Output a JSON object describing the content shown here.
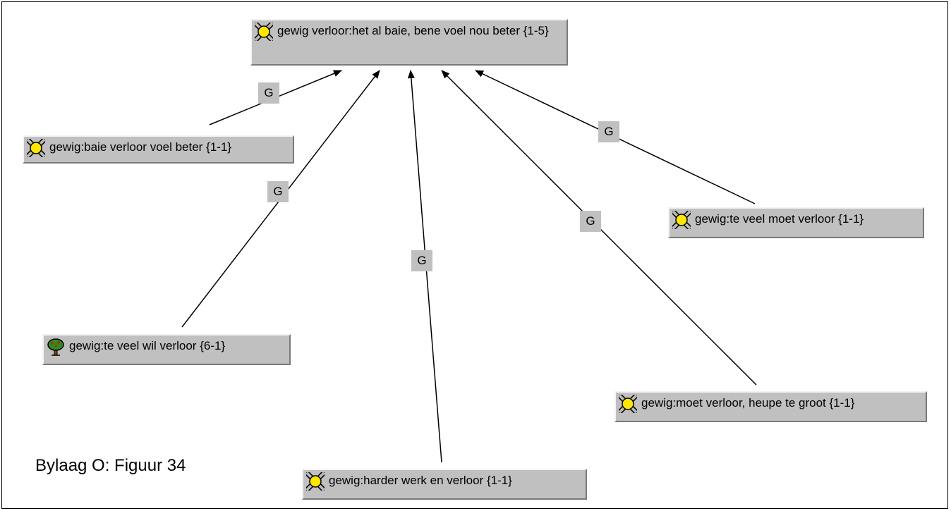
{
  "nodes": {
    "root": {
      "label": "gewig verloor:het al baie, bene voel nou beter {1-5}",
      "icon": "sun-icon"
    },
    "n1": {
      "label": "gewig:baie verloor voel beter {1-1}",
      "icon": "sun-icon"
    },
    "n2": {
      "label": "gewig:te veel moet verloor {1-1}",
      "icon": "sun-icon"
    },
    "n3": {
      "label": "gewig:te veel wil verloor {6-1}",
      "icon": "tree-icon"
    },
    "n4": {
      "label": "gewig:moet verloor, heupe te groot {1-1}",
      "icon": "sun-icon"
    },
    "n5": {
      "label": "gewig:harder werk en verloor {1-1}",
      "icon": "sun-icon"
    }
  },
  "edge_label": "G",
  "edges": [
    {
      "from": "n1",
      "to": "root",
      "label": "G"
    },
    {
      "from": "n3",
      "to": "root",
      "label": "G"
    },
    {
      "from": "n5",
      "to": "root",
      "label": "G"
    },
    {
      "from": "n4",
      "to": "root",
      "label": "G"
    },
    {
      "from": "n2",
      "to": "root",
      "label": "G"
    }
  ],
  "caption": "Bylaag O: Figuur 34",
  "colors": {
    "node_bg": "#c0c0c0",
    "sun": "#ffe600",
    "tree_leaf": "#2f8a1f",
    "tree_trunk": "#7a4a1c"
  }
}
